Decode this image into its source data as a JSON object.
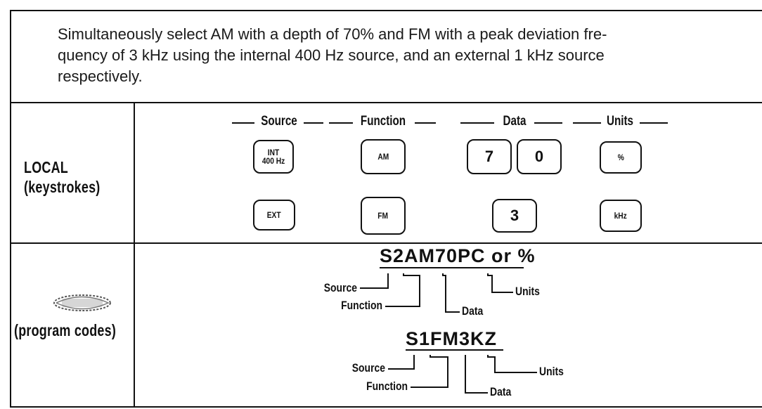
{
  "intro": {
    "line1": "Simultaneously select AM with a depth of 70% and FM with a peak deviation fre-",
    "line2": "quency of 3 kHz using the internal 400 Hz source, and an external 1 kHz source",
    "line3": "respectively."
  },
  "local": {
    "label_line1": "LOCAL",
    "label_line2": "(keystrokes)",
    "headers": {
      "source": "Source",
      "function": "Function",
      "data": "Data",
      "units": "Units"
    },
    "row1": {
      "source_key_line1": "INT",
      "source_key_line2": "400 Hz",
      "function_key": "AM",
      "data_key1": "7",
      "data_key2": "0",
      "units_key": "%"
    },
    "row2": {
      "source_key": "EXT",
      "function_key": "FM",
      "data_key": "3",
      "units_key": "kHz"
    }
  },
  "remote": {
    "label": "(program codes)",
    "code1": {
      "text": "S2AM70PC or %",
      "source_label": "Source",
      "function_label": "Function",
      "data_label": "Data",
      "units_label": "Units"
    },
    "code2": {
      "text": "S1FM3KZ",
      "source_label": "Source",
      "function_label": "Function",
      "data_label": "Data",
      "units_label": "Units"
    }
  }
}
